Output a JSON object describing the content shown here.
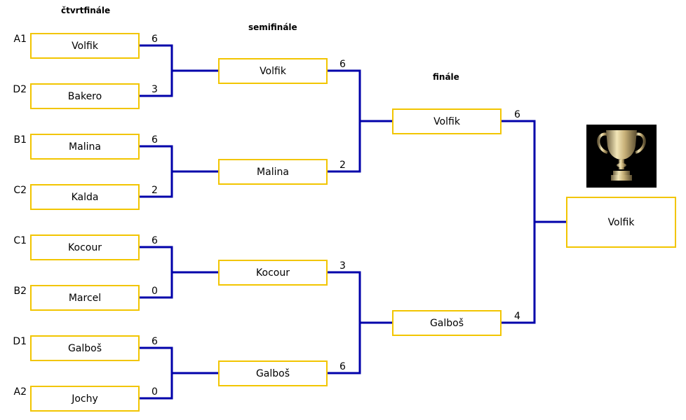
{
  "rounds": {
    "quarterfinal": "čtvrtfinále",
    "semifinal": "semifinále",
    "final": "finále"
  },
  "quarterfinals": [
    {
      "seed": "A1",
      "team": "Volfik",
      "score": "6"
    },
    {
      "seed": "D2",
      "team": "Bakero",
      "score": "3"
    },
    {
      "seed": "B1",
      "team": "Malina",
      "score": "6"
    },
    {
      "seed": "C2",
      "team": "Kalda",
      "score": "2"
    },
    {
      "seed": "C1",
      "team": "Kocour",
      "score": "6"
    },
    {
      "seed": "B2",
      "team": "Marcel",
      "score": "0"
    },
    {
      "seed": "D1",
      "team": "Galboš",
      "score": "6"
    },
    {
      "seed": "A2",
      "team": "Jochy",
      "score": "0"
    }
  ],
  "semifinals": [
    {
      "team": "Volfik",
      "score": "6"
    },
    {
      "team": "Malina",
      "score": "2"
    },
    {
      "team": "Kocour",
      "score": "3"
    },
    {
      "team": "Galboš",
      "score": "6"
    }
  ],
  "finals": [
    {
      "team": "Volfik",
      "score": "6"
    },
    {
      "team": "Galboš",
      "score": "4"
    }
  ],
  "champion": {
    "team": "Volfik"
  },
  "colors": {
    "box_border": "#f2c500",
    "connector": "#0000aa"
  },
  "icons": {
    "trophy": "trophy-icon"
  }
}
